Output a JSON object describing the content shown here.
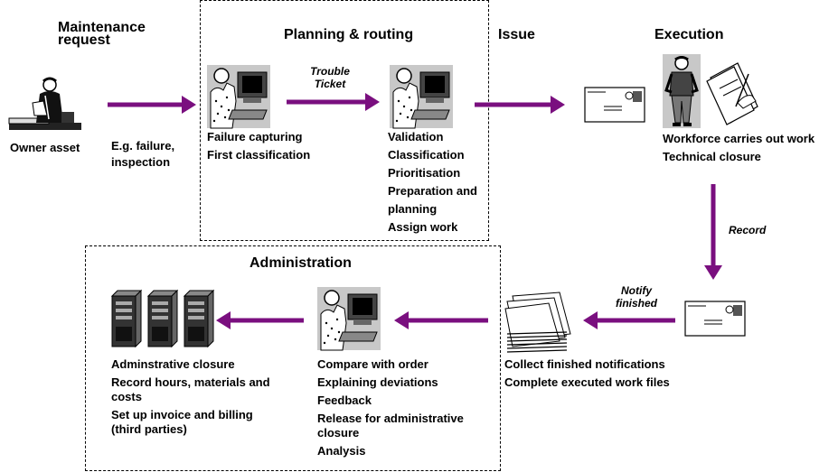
{
  "headings": {
    "maintenance_request": "Maintenance request",
    "planning_routing": "Planning & routing",
    "issue": "Issue",
    "execution": "Execution",
    "administration": "Administration"
  },
  "arrow_labels": {
    "trouble_ticket": "Trouble Ticket",
    "record": "Record",
    "notify_finished": "Notify finished"
  },
  "owner_asset": "Owner asset",
  "request_triggers": [
    "E.g. failure,",
    "inspection"
  ],
  "planning_first": [
    "Failure capturing",
    "First classification"
  ],
  "planning_second": [
    "Validation",
    "Classification",
    "Prioritisation",
    "Preparation and",
    "planning",
    "Assign  work"
  ],
  "execution_items": [
    "Workforce carries out work",
    "Technical closure"
  ],
  "collect_items": [
    "Collect finished notifications",
    "Complete executed work files"
  ],
  "compare_items": [
    "Compare with order",
    "Explaining deviations",
    "Feedback",
    "Release for administrative closure",
    "Analysis"
  ],
  "admin_items": [
    "Adminstrative closure",
    "Record hours,  materials and costs",
    "Set up invoice and billing (third parties)"
  ],
  "colors": {
    "arrow": "#7a0f7f",
    "box_border": "#000000"
  },
  "icons": [
    "person-at-desk-icon",
    "computer-workstation-icon",
    "envelope-icon",
    "worker-icon",
    "signing-document-icon",
    "document-stack-icon",
    "server-icon"
  ]
}
